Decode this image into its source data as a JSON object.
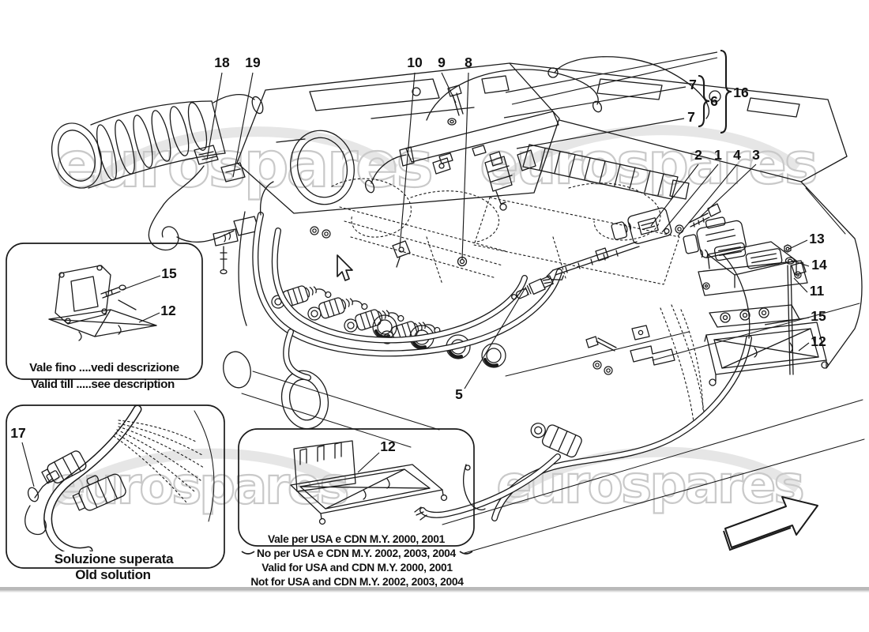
{
  "watermark": {
    "text": "eurospares"
  },
  "callout_labels": [
    "18",
    "19",
    "10",
    "9",
    "8",
    "7",
    "6",
    "16",
    "7",
    "2",
    "1",
    "4",
    "3",
    "13",
    "14",
    "11",
    "15",
    "12",
    "5",
    "15",
    "12",
    "17",
    "12"
  ],
  "captions": {
    "valid_till": {
      "line1": "Vale fino ....vedi descrizione",
      "line2": "Valid till .....see description"
    },
    "old_solution": {
      "line1": "Soluzione superata",
      "line2": "Old solution"
    },
    "usa_cdn": {
      "line1": "Vale per USA e CDN M.Y. 2000, 2001",
      "line2": "No per USA e CDN M.Y. 2002, 2003, 2004",
      "line3": "Valid for USA and CDN M.Y. 2000, 2001",
      "line4": "Not for USA and CDN M.Y. 2002, 2003, 2004"
    }
  },
  "colors": {
    "line": "#1a1a1a",
    "watermark_outline": "#c9c9c9",
    "swoosh": "#e6e6e6",
    "divider": "#b9b9b9",
    "background": "#ffffff"
  }
}
